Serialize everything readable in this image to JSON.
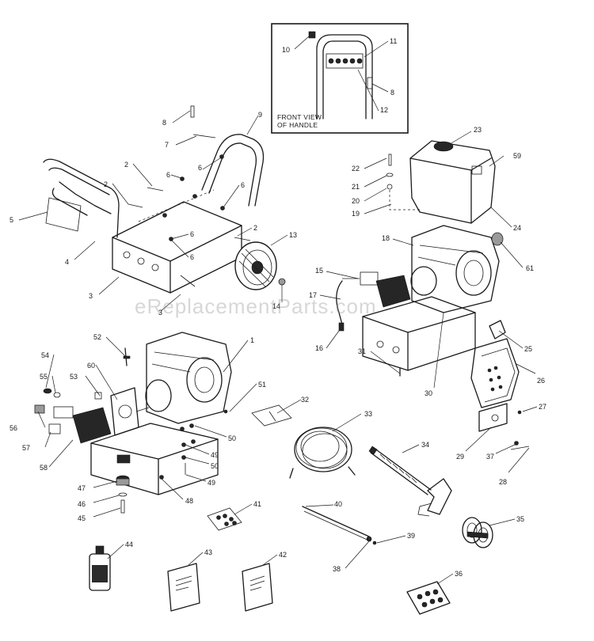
{
  "watermark": "eReplacementParts.com",
  "inset": {
    "caption_line1": "FRONT VIEW",
    "caption_line2": "OF HANDLE"
  },
  "callouts": [
    "1",
    "2",
    "3",
    "4",
    "5",
    "6",
    "7",
    "8",
    "9",
    "10",
    "11",
    "12",
    "13",
    "14",
    "15",
    "16",
    "17",
    "18",
    "19",
    "20",
    "21",
    "22",
    "23",
    "24",
    "25",
    "26",
    "27",
    "28",
    "29",
    "30",
    "31",
    "32",
    "33",
    "34",
    "35",
    "36",
    "37",
    "38",
    "39",
    "40",
    "41",
    "42",
    "43",
    "44",
    "45",
    "46",
    "47",
    "48",
    "49",
    "50",
    "51",
    "52",
    "53",
    "54",
    "55",
    "56",
    "57",
    "58",
    "59",
    "60",
    "61"
  ]
}
